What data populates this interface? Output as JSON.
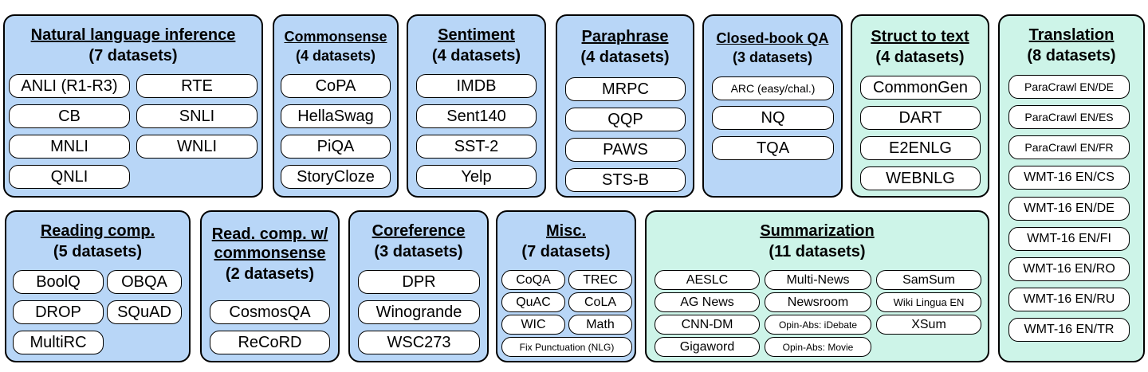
{
  "clusters": [
    {
      "title": "Natural language inference",
      "subtitle": "(7 datasets)",
      "datasets": [
        "ANLI (R1-R3)",
        "RTE",
        "CB",
        "SNLI",
        "MNLI",
        "WNLI",
        "QNLI"
      ]
    },
    {
      "title": "Commonsense",
      "subtitle": "(4 datasets)",
      "datasets": [
        "CoPA",
        "HellaSwag",
        "PiQA",
        "StoryCloze"
      ]
    },
    {
      "title": "Sentiment",
      "subtitle": "(4 datasets)",
      "datasets": [
        "IMDB",
        "Sent140",
        "SST-2",
        "Yelp"
      ]
    },
    {
      "title": "Paraphrase",
      "subtitle": "(4 datasets)",
      "datasets": [
        "MRPC",
        "QQP",
        "PAWS",
        "STS-B"
      ]
    },
    {
      "title": "Closed-book QA",
      "subtitle": "(3 datasets)",
      "datasets": [
        "ARC (easy/chal.)",
        "NQ",
        "TQA"
      ]
    },
    {
      "title": "Struct to text",
      "subtitle": "(4 datasets)",
      "datasets": [
        "CommonGen",
        "DART",
        "E2ENLG",
        "WEBNLG"
      ]
    },
    {
      "title": "Translation",
      "subtitle": "(8 datasets)",
      "datasets": [
        "ParaCrawl EN/DE",
        "ParaCrawl EN/ES",
        "ParaCrawl EN/FR",
        "WMT-16 EN/CS",
        "WMT-16 EN/DE",
        "WMT-16 EN/FI",
        "WMT-16 EN/RO",
        "WMT-16 EN/RU",
        "WMT-16 EN/TR"
      ]
    },
    {
      "title": "Reading comp.",
      "subtitle": "(5 datasets)",
      "datasets": [
        "BoolQ",
        "OBQA",
        "DROP",
        "SQuAD",
        "MultiRC"
      ]
    },
    {
      "title_line1": "Read. comp. w/",
      "title_line2": "commonsense",
      "subtitle": "(2 datasets)",
      "datasets": [
        "CosmosQA",
        "ReCoRD"
      ]
    },
    {
      "title": "Coreference",
      "subtitle": "(3 datasets)",
      "datasets": [
        "DPR",
        "Winogrande",
        "WSC273"
      ]
    },
    {
      "title": "Misc.",
      "subtitle": "(7 datasets)",
      "datasets": [
        "CoQA",
        "TREC",
        "QuAC",
        "CoLA",
        "WIC",
        "Math",
        "Fix Punctuation (NLG)"
      ]
    },
    {
      "title": "Summarization",
      "subtitle": "(11 datasets)",
      "datasets": [
        "AESLC",
        "Multi-News",
        "SamSum",
        "AG News",
        "Newsroom",
        "Wiki Lingua EN",
        "CNN-DM",
        "Opin-Abs: iDebate",
        "XSum",
        "Gigaword",
        "Opin-Abs: Movie"
      ]
    }
  ],
  "colors": {
    "blue_fill": "#b8d6f7",
    "green_fill": "#cdf4e8",
    "pill_fill": "#ffffff",
    "border": "#000000"
  }
}
